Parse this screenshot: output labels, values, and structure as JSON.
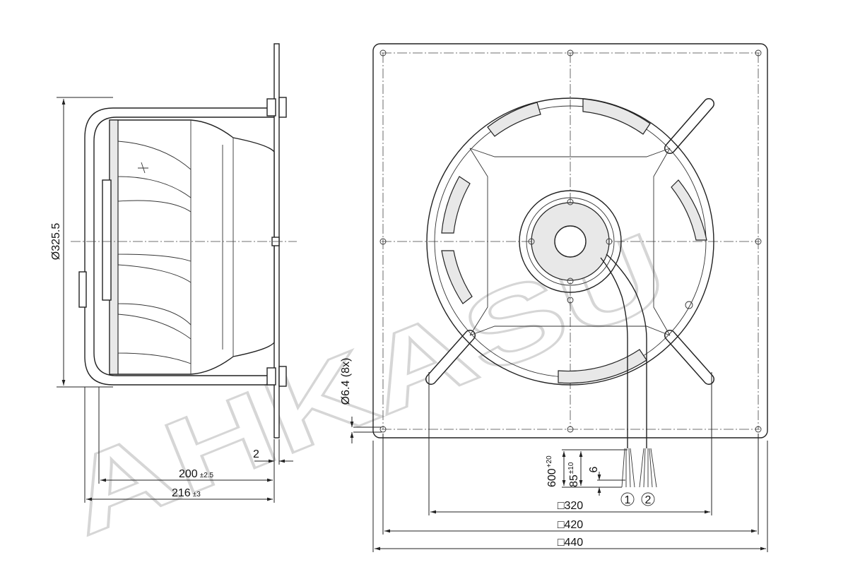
{
  "watermark": "AHKASU",
  "side_view": {
    "diameter_label": "Ø325.5",
    "width_200": "200",
    "tol_200": "±2.5",
    "width_216": "216",
    "tol_216": "±3",
    "plate_thickness": "2"
  },
  "front_view": {
    "hole_label": "Ø6.4 (8x)",
    "cable_600": "600",
    "tol_600": "+20",
    "cable_85": "85",
    "tol_85": "±10",
    "strip_6": "6",
    "cable_1": "1",
    "cable_2": "2",
    "dim_320": "□320",
    "dim_420": "□420",
    "dim_440": "□440"
  }
}
